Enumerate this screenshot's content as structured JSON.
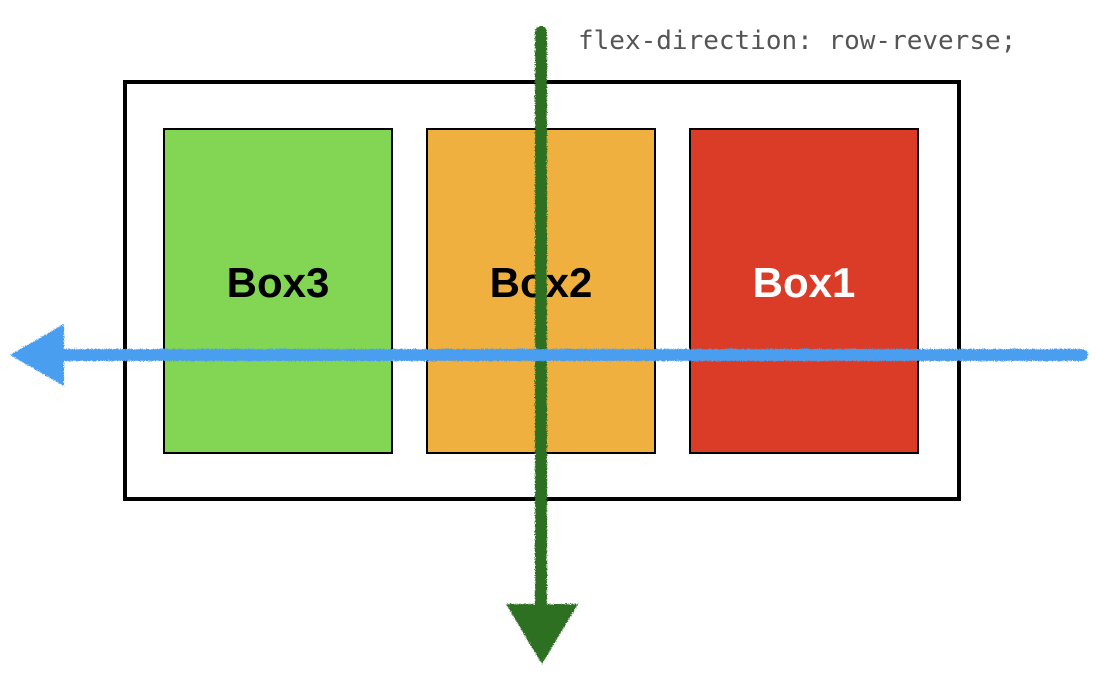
{
  "code_label": "flex-direction: row-reverse;",
  "boxes": [
    {
      "label": "Box3",
      "color": "#82d653",
      "text_color": "#000000"
    },
    {
      "label": "Box2",
      "color": "#f0b03f",
      "text_color": "#000000"
    },
    {
      "label": "Box1",
      "color": "#da3c27",
      "text_color": "#ffffff"
    }
  ],
  "main_axis_color": "#4a9ef0",
  "cross_axis_color": "#2e7020"
}
